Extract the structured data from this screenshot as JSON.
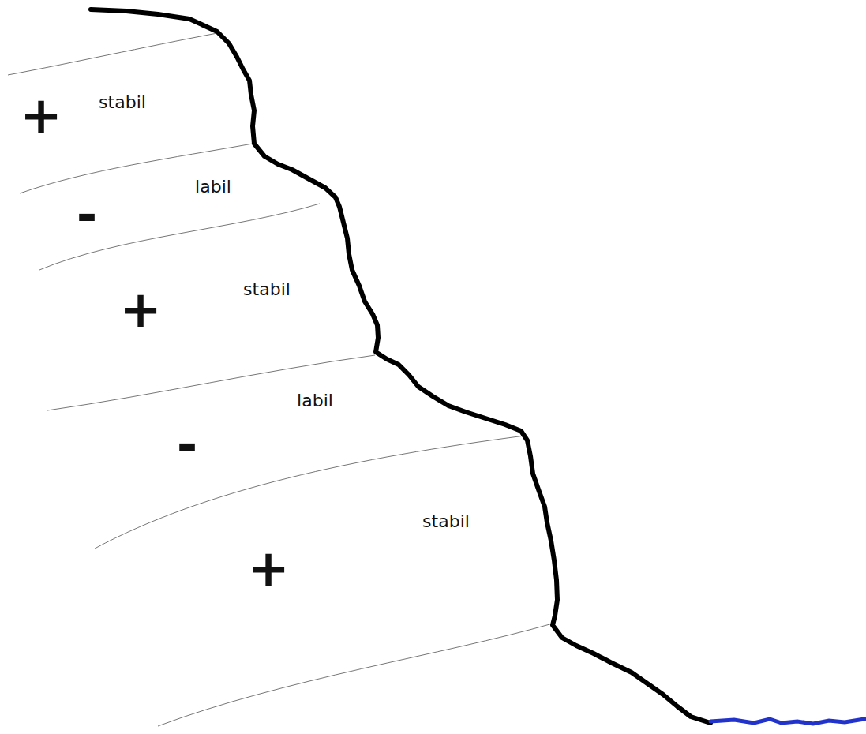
{
  "diagram": {
    "labels": [
      "stabil",
      "+",
      "labil",
      "-",
      "stabil",
      "+",
      "labil",
      "-",
      "stabil",
      "+"
    ]
  }
}
